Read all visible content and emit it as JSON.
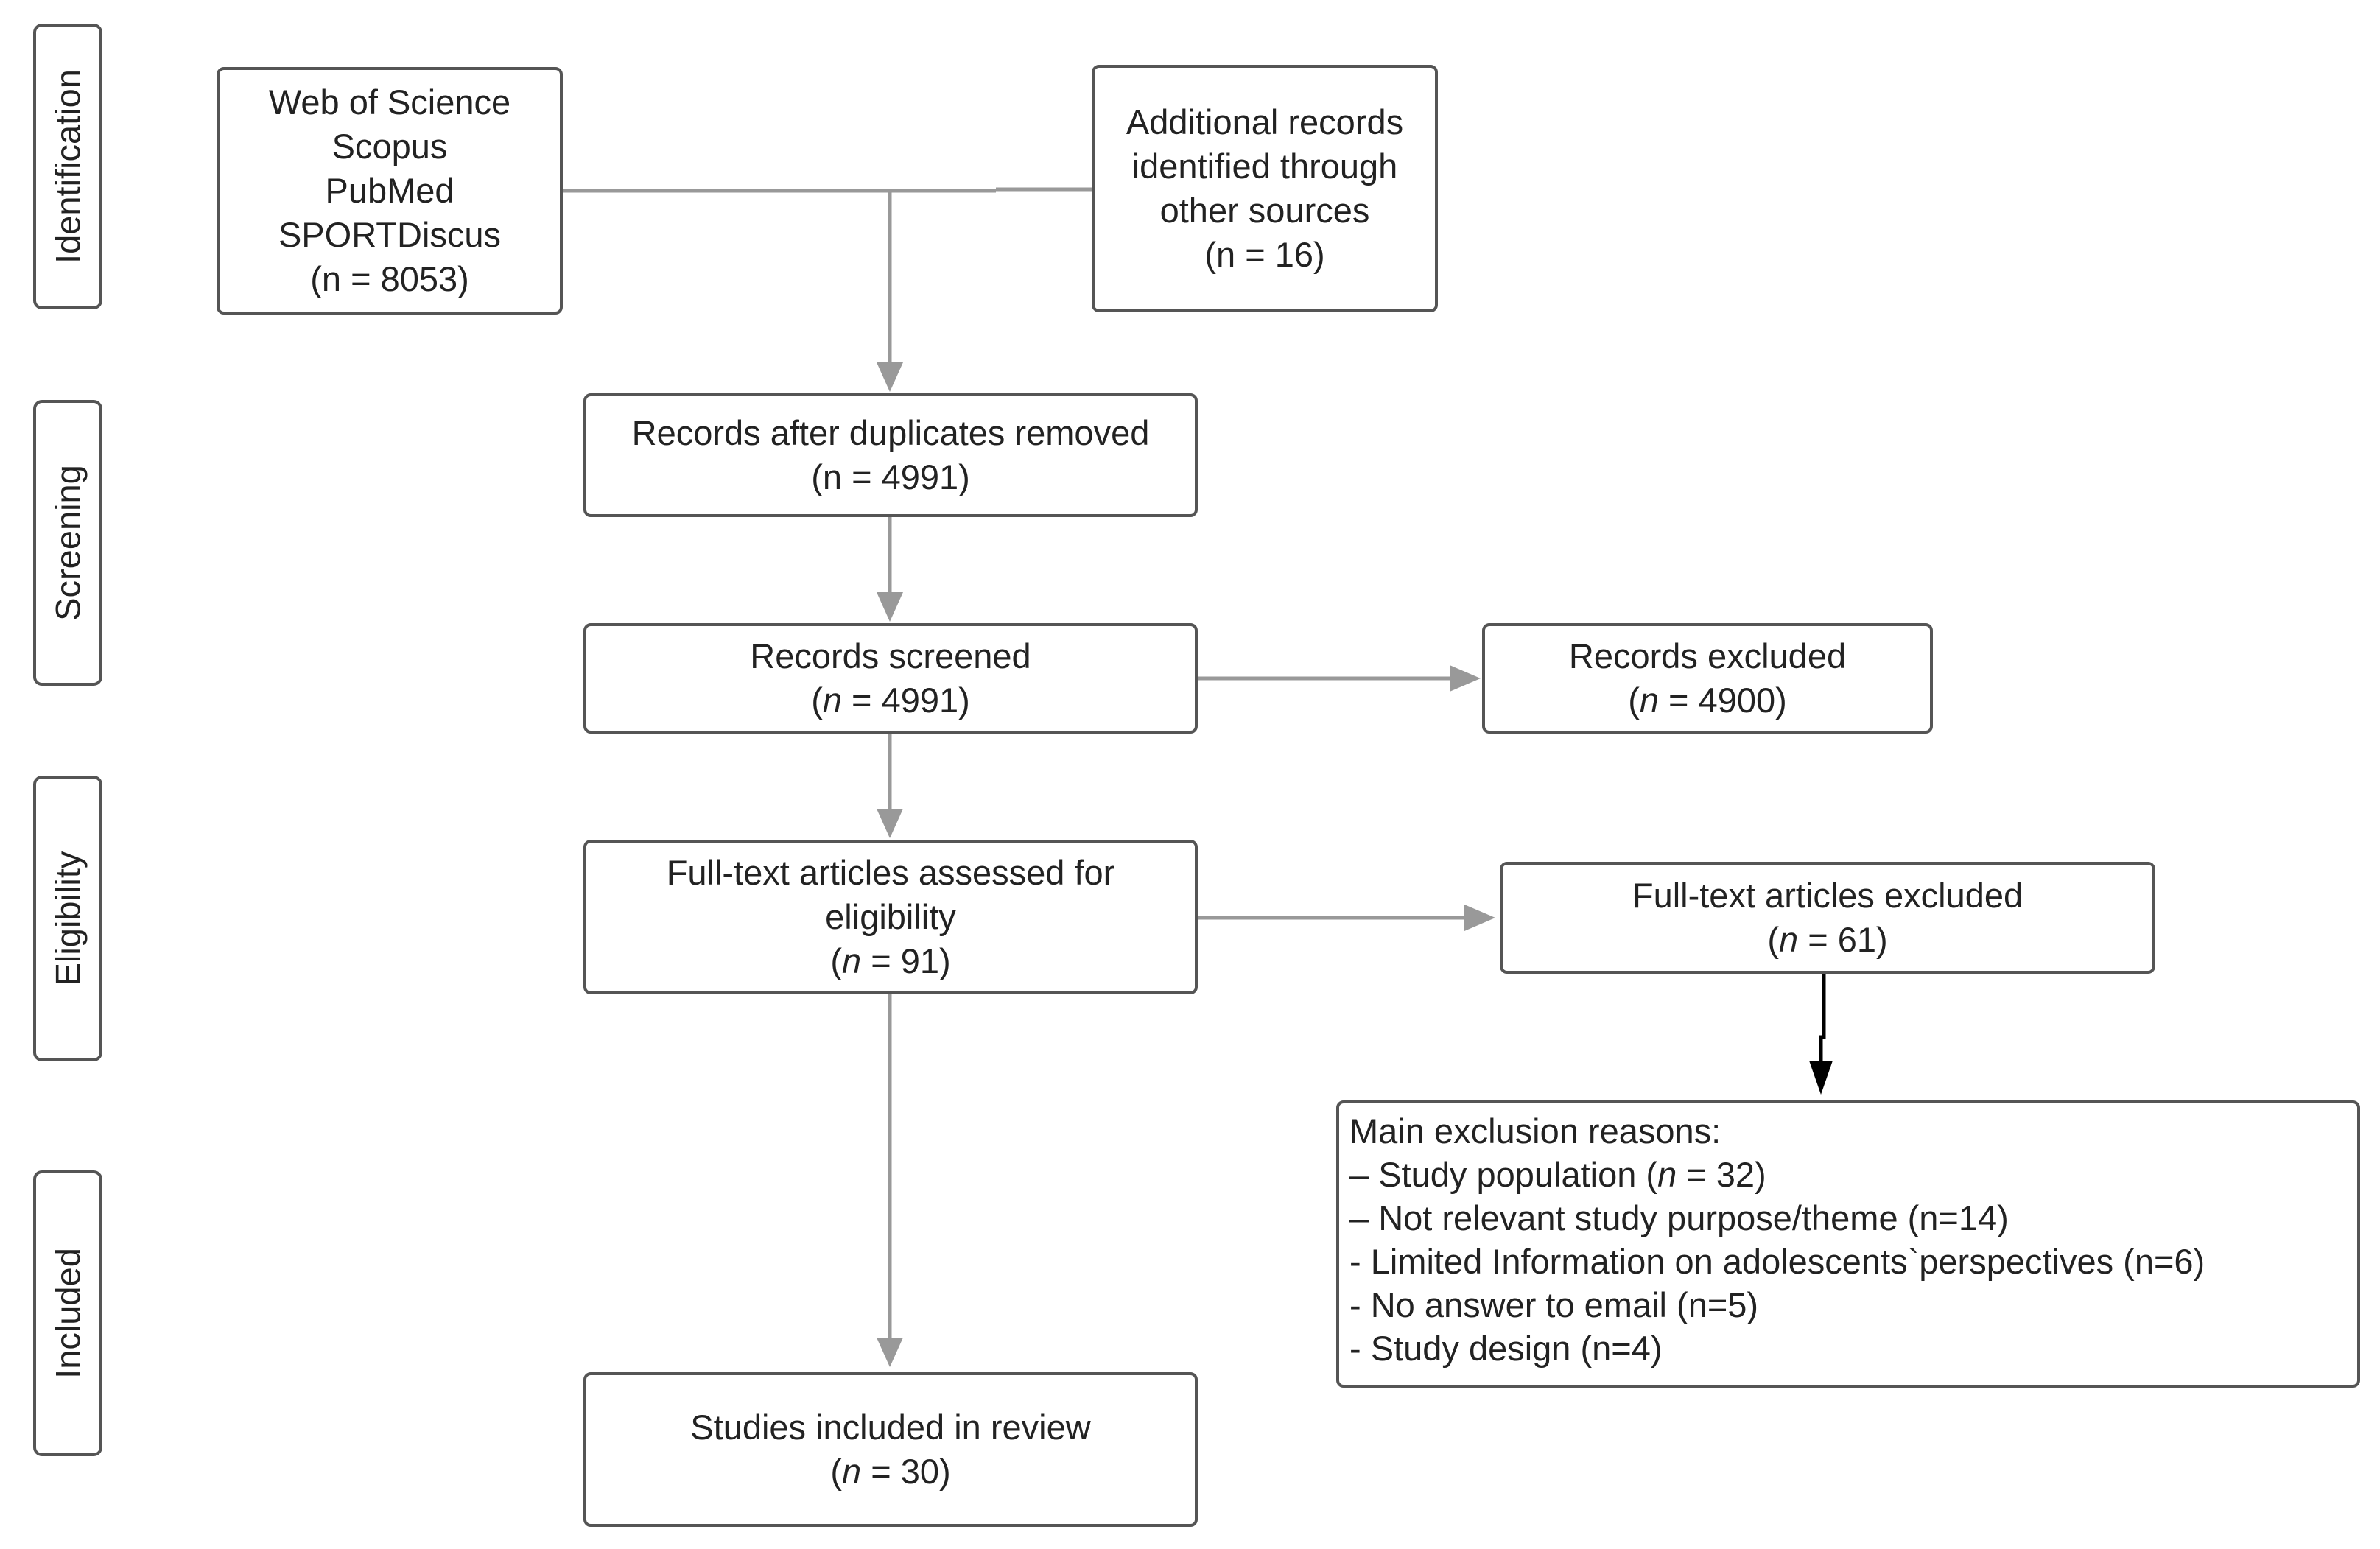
{
  "stages": {
    "identification": "Identification",
    "screening": "Screening",
    "eligibility": "Eligibility",
    "included": "Included"
  },
  "databases": {
    "line1": "Web of Science",
    "line2": "Scopus",
    "line3": "PubMed",
    "line4": "SPORTDiscus",
    "count": "(n = 8053)"
  },
  "additional": {
    "line1": "Additional records",
    "line2": "identified through",
    "line3": "other sources",
    "count": "(n = 16)"
  },
  "duplicates_removed": {
    "label": "Records after duplicates removed",
    "count": "(n = 4991)"
  },
  "screened": {
    "label": "Records screened",
    "n": "n",
    "count": " = 4991)"
  },
  "excluded": {
    "label": "Records excluded",
    "n": "n",
    "count": " = 4900)"
  },
  "fulltext_assessed": {
    "line1": "Full-text articles assessed for",
    "line2": "eligibility",
    "n": "n",
    "count": " = 91)"
  },
  "fulltext_excluded": {
    "label": "Full-text articles excluded",
    "n": "n",
    "count": " = 61)"
  },
  "reasons": {
    "title": "Main exclusion reasons:",
    "r1_prefix": "– Study population (",
    "r1_n": "n",
    "r1_suffix": " = 32)",
    "r2": "– Not relevant study purpose/theme (n=14)",
    "r3": "- Limited Information on adolescents`perspectives (n=6)",
    "r4": "- No answer to email (n=5)",
    "r5": "- Study design (n=4)"
  },
  "included_studies": {
    "label": "Studies included in review",
    "n": "n",
    "count": " = 30)"
  },
  "colors": {
    "border": "#555555",
    "arrow_gray": "#999999",
    "arrow_black": "#000000",
    "text": "#222222"
  }
}
